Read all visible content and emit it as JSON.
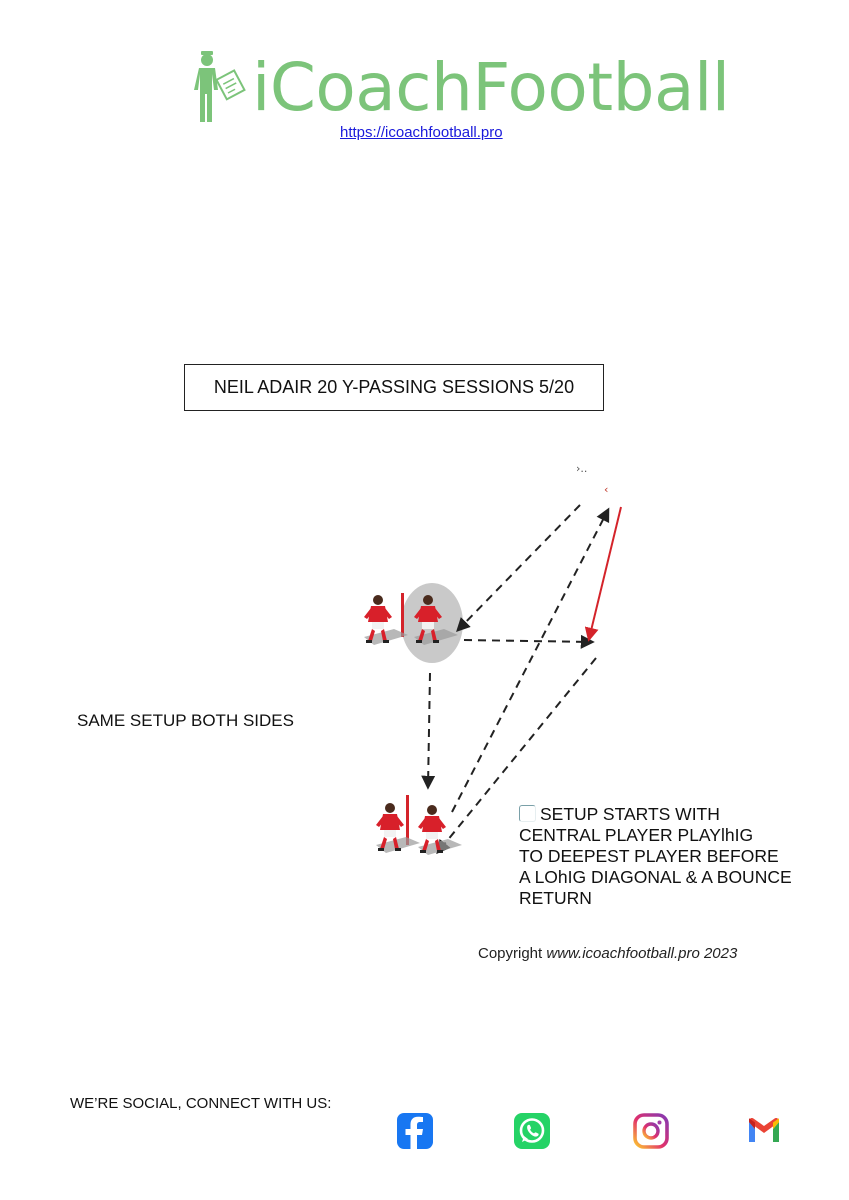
{
  "header": {
    "logo_text": "iCoachFootball",
    "site_link": "https://icoachfootball.pro"
  },
  "title": "NEIL ADAIR 20 Y-PASSING SESSIONS 5/20",
  "diagram": {
    "top_mark_1": "›..",
    "top_mark_2": "‹"
  },
  "same_setup": "SAME SETUP BOTH SIDES",
  "description": {
    "lines": [
      "SETUP STARTS WITH",
      "CENTRAL  PLAYER  PLAYlhIG",
      "TO DEEPEST PLAYER BEFORE",
      "A LOhIG DIAGONAL & A BOUNCE",
      "RETURN"
    ]
  },
  "copyright": {
    "prefix": "Copyright",
    "site": "www.icoachfootball.pro",
    "year": "2023"
  },
  "social": {
    "label": "WE’RE SOCIAL, CONNECT WITH US:",
    "icons": [
      "facebook-icon",
      "whatsapp-icon",
      "instagram-icon",
      "gmail-icon"
    ]
  },
  "colors": {
    "brand_green": "#7cc47a",
    "link_blue": "#1a1adb",
    "player_red": "#d8202a",
    "arrow_red": "#d4232a",
    "facebook": "#1877f2",
    "whatsapp": "#25d366"
  }
}
